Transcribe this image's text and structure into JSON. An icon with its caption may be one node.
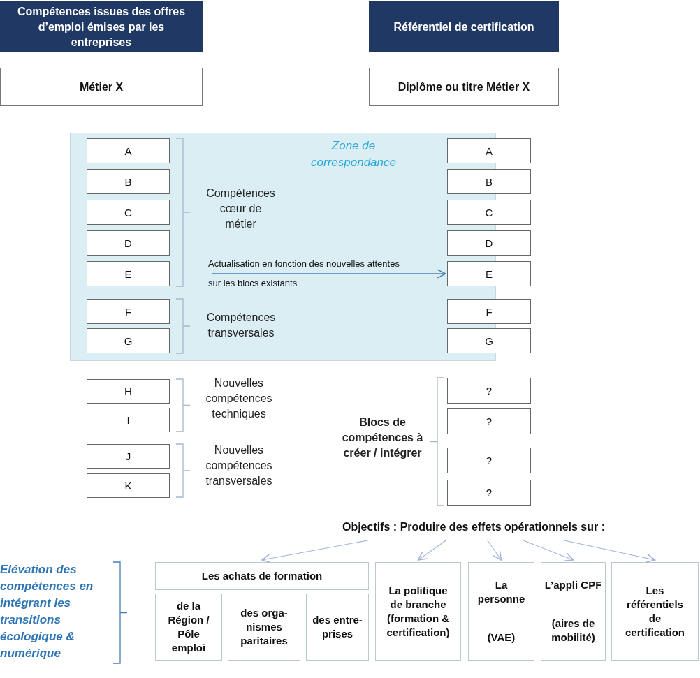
{
  "diagram": {
    "nodes": [
      {
        "text": [
          "Compétences issues des offres d’emploi émises par les entreprises"
        ]
      },
      {
        "text": [
          "Référentiel de certification"
        ]
      },
      {
        "text": [
          "Métier X"
        ]
      },
      {
        "text": [
          "Diplôme ou titre Métier X"
        ]
      },
      {
        "text": [
          "Zone de correspondance"
        ]
      },
      {
        "text": [
          "A"
        ],
        "in": 4
      },
      {
        "text": [
          "B"
        ],
        "in": 4
      },
      {
        "text": [
          "C"
        ],
        "in": 4
      },
      {
        "text": [
          "D"
        ],
        "in": 4
      },
      {
        "text": [
          "E"
        ],
        "in": 4
      },
      {
        "text": [
          "F"
        ],
        "in": 4
      },
      {
        "text": [
          "G"
        ],
        "in": 4
      },
      {
        "text": [
          "A"
        ],
        "in": 4
      },
      {
        "text": [
          "B"
        ],
        "in": 4
      },
      {
        "text": [
          "C"
        ],
        "in": 4
      },
      {
        "text": [
          "D"
        ],
        "in": 4
      },
      {
        "text": [
          "E"
        ],
        "in": 4
      },
      {
        "text": [
          "F"
        ],
        "in": 4
      },
      {
        "text": [
          "G"
        ],
        "in": 4
      },
      {
        "text": [
          "H"
        ]
      },
      {
        "text": [
          "I"
        ]
      },
      {
        "text": [
          "J"
        ]
      },
      {
        "text": [
          "K"
        ]
      },
      {
        "text": [
          "?"
        ]
      },
      {
        "text": [
          "?"
        ]
      },
      {
        "text": [
          "?"
        ]
      },
      {
        "text": [
          "?"
        ]
      },
      {
        "text": [
          "Objectifs : Produire des effets opérationnels sur :"
        ]
      },
      {
        "text": [
          "Les achats de formation"
        ]
      },
      {
        "text": [
          "de la Région / Pôle emploi"
        ]
      },
      {
        "text": [
          "des orga- nismes paritaires"
        ]
      },
      {
        "text": [
          "des entre- prises"
        ]
      },
      {
        "text": [
          "La politique de branche (formation & certification)"
        ]
      },
      {
        "text": [
          "La personne",
          "(VAE)"
        ]
      },
      {
        "text": [
          "L’appli CPF",
          "(aires de mobilité)"
        ]
      },
      {
        "text": [
          "Les référentiels de certification"
        ]
      }
    ],
    "edges": [
      {
        "from": null,
        "to": 16,
        "arrow": "to",
        "label": "Actualisation en fonction des nouvelles attentes sur les blocs existants",
        "color": "#4a7ebb"
      },
      {
        "from": 27,
        "to": 28,
        "arrow": "to"
      },
      {
        "from": 27,
        "to": 32,
        "arrow": "to"
      },
      {
        "from": 27,
        "to": 33,
        "arrow": "to"
      },
      {
        "from": 27,
        "to": 34,
        "arrow": "to"
      },
      {
        "from": 27,
        "to": 35,
        "arrow": "to"
      }
    ],
    "labels": [
      "Compétences cœur de métier",
      "Compétences transversales",
      "Nouvelles compétences techniques",
      "Blocs de compétences à créer / intégrer",
      "Nouvelles compétences transversales",
      "Elévation des compétences en intégrant les transitions écologique & numérique"
    ]
  }
}
